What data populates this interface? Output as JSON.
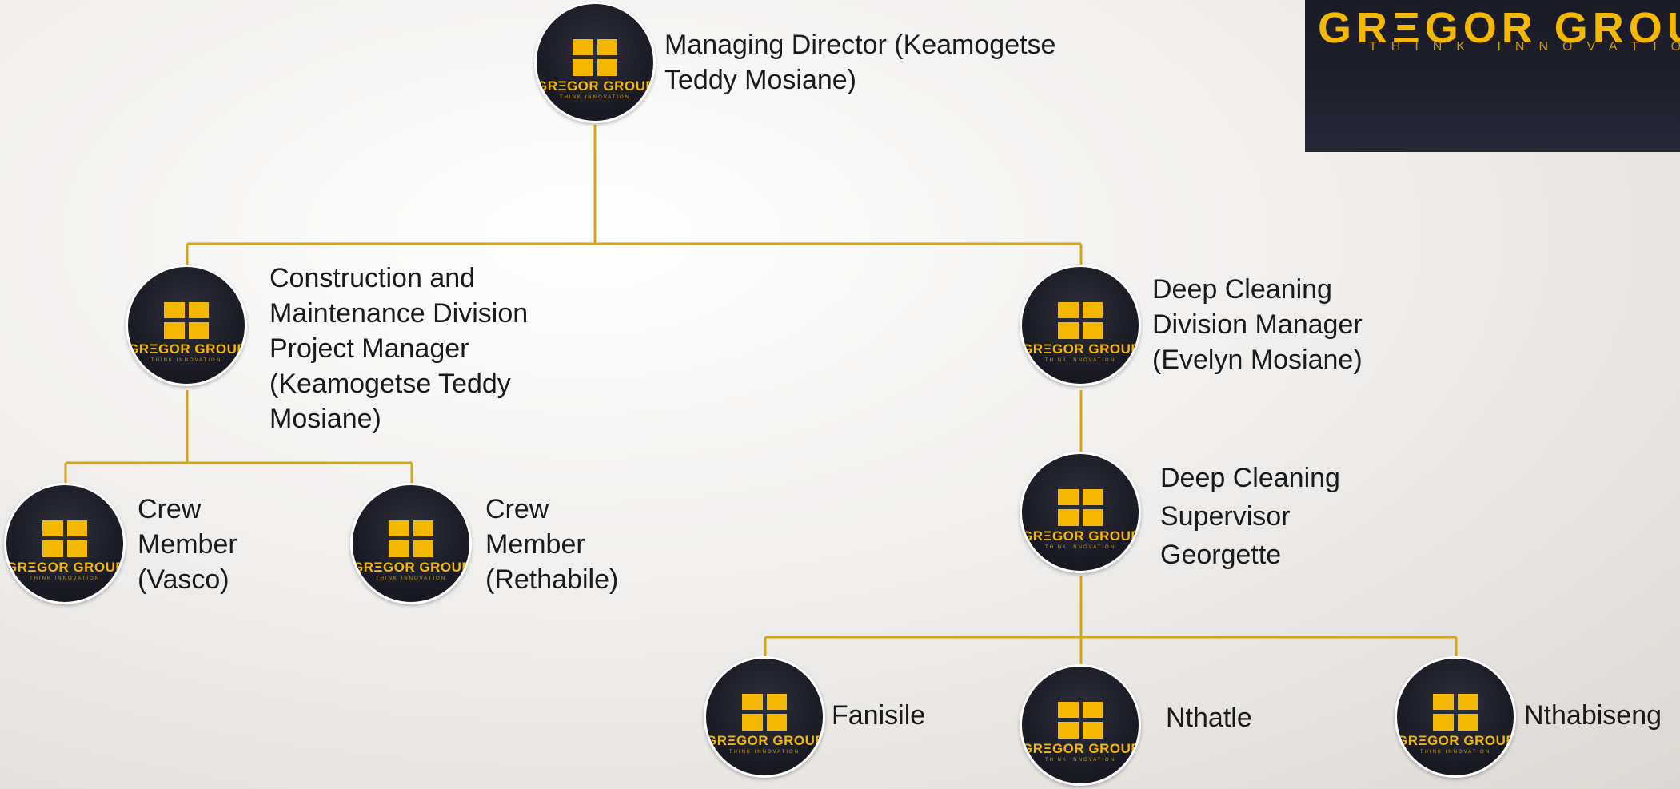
{
  "logo": {
    "name": "GRΞGOR GROUP",
    "tagline": "THINK INNOVATION"
  },
  "avatar": {
    "brand": "GRΞGOR GROUP",
    "tagline": "THINK INNOVATION"
  },
  "nodes": {
    "md": {
      "label": "Managing Director (Keamogetse Teddy Mosiane)"
    },
    "construction_pm": {
      "label": "Construction and Maintenance Division Project Manager (Keamogetse Teddy Mosiane)"
    },
    "crew_vasco": {
      "label": "Crew Member (Vasco)"
    },
    "crew_rethabile": {
      "label": "Crew Member (Rethabile)"
    },
    "deep_cleaning_manager": {
      "label": "Deep Cleaning Division Manager (Evelyn Mosiane)"
    },
    "deep_cleaning_supervisor": {
      "label": "Deep Cleaning Supervisor Georgette"
    },
    "fanisile": {
      "label": "Fanisile"
    },
    "nthatle": {
      "label": "Nthatle"
    },
    "nthabiseng": {
      "label": "Nthabiseng"
    }
  },
  "colors": {
    "connector": "#d4a514",
    "accent": "#f5b800",
    "avatar_bg": "#1b1c26"
  }
}
